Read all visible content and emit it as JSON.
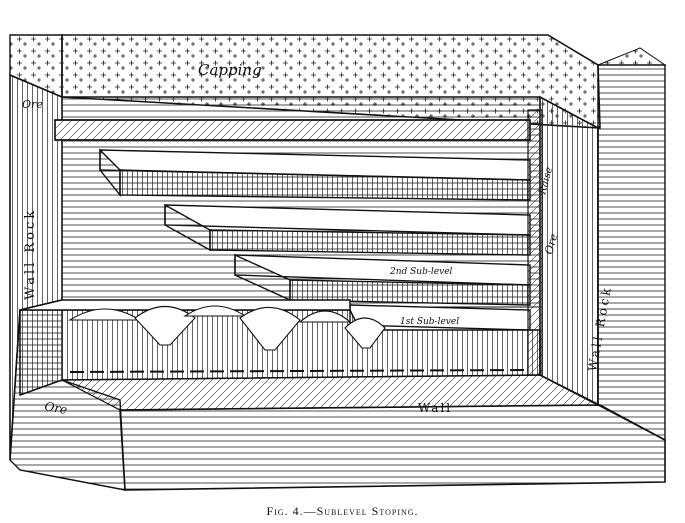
{
  "figure": {
    "caption": "Fig. 4.—Sublevel Stoping.",
    "labels": {
      "capping": "Capping",
      "ore_top_left": "Ore",
      "wall_rock_left": "Wall Rock",
      "ore_bottom_left": "Ore",
      "wall_bottom": "Wall",
      "raise": "Raise",
      "ore_right": "Ore",
      "wall_rock_right": "Wall Rock",
      "sublevel_upper": "2nd Sub-level",
      "sublevel_lower": "1st Sub-level"
    }
  }
}
